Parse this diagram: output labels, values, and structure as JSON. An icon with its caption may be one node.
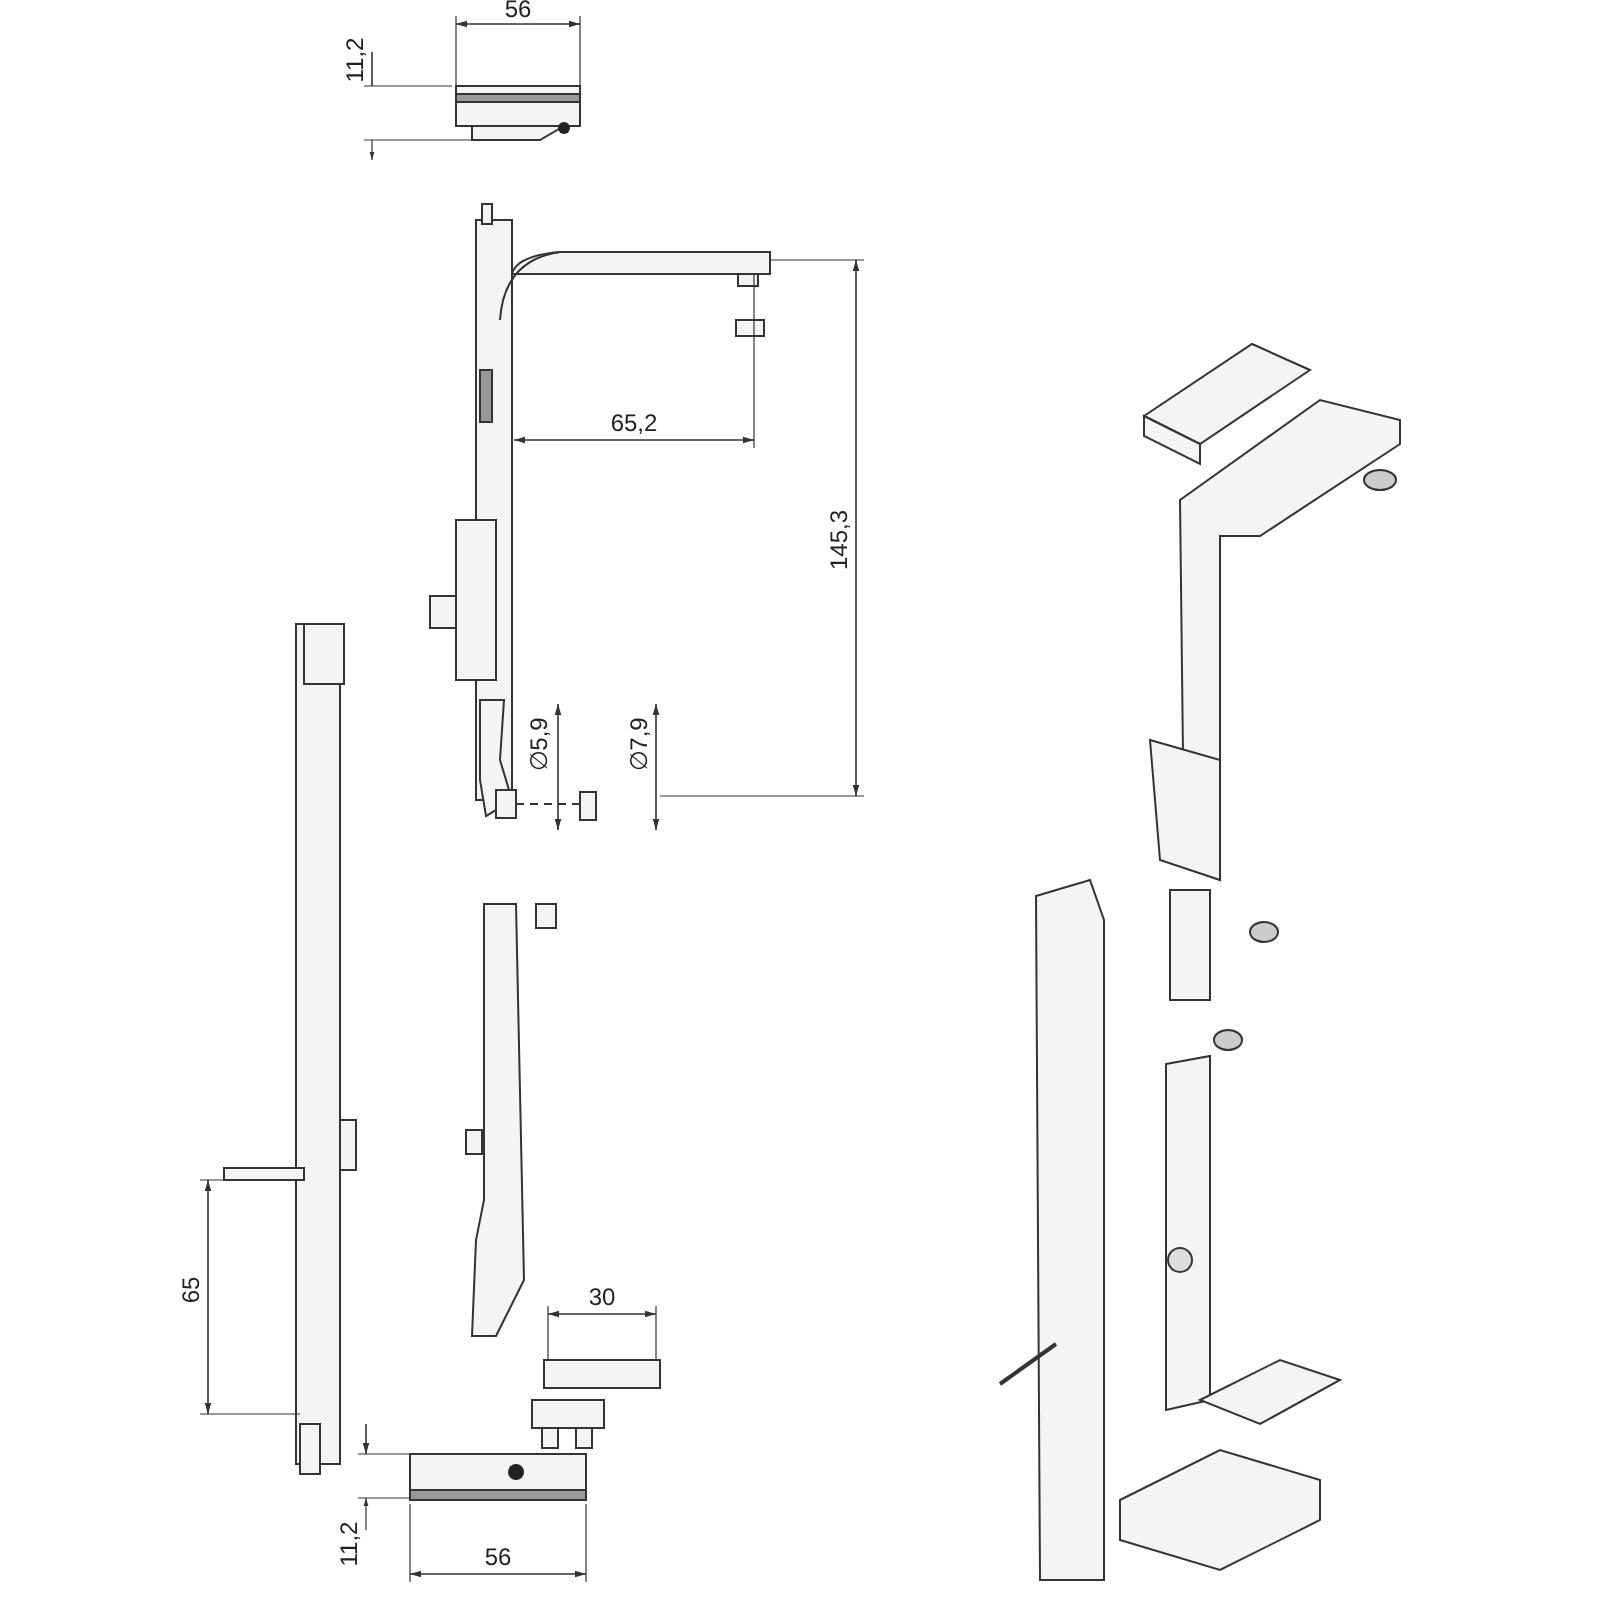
{
  "diagram": {
    "labels": [
      "56",
      "11,2",
      "65,2",
      "145,3",
      "∅5,9",
      "∅7,9",
      "65",
      "30",
      "11,2",
      "56"
    ]
  }
}
